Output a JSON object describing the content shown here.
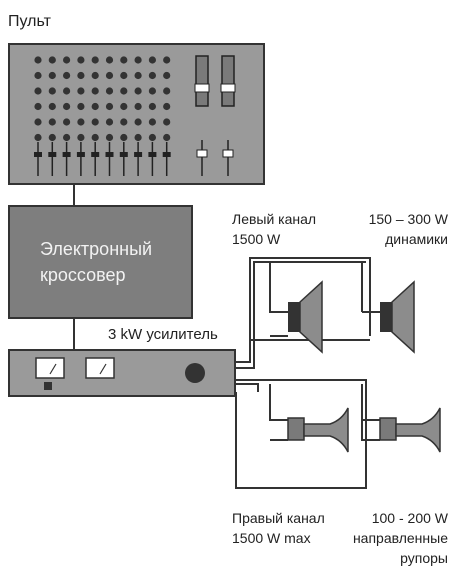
{
  "console": {
    "title": "Пульт"
  },
  "crossover": {
    "line1": "Электронный",
    "line2": "кроссовер"
  },
  "amplifier": {
    "label": "3 kW усилитель"
  },
  "left_channel": {
    "line1": "Левый канал",
    "line2": "1500 W"
  },
  "speakers_spec": {
    "line1": "150 – 300 W",
    "line2": "динамики"
  },
  "right_channel": {
    "line1": "Правый канал",
    "line2": "1500 W max"
  },
  "horns_spec": {
    "line1": "100 - 200 W",
    "line2": "направленные",
    "line3": "рупоры"
  },
  "colors": {
    "panel": "#9a9a9a",
    "panel_dark": "#7a7a7a",
    "stroke": "#333333",
    "knob": "#333333",
    "speaker": "#8c8c8c"
  }
}
